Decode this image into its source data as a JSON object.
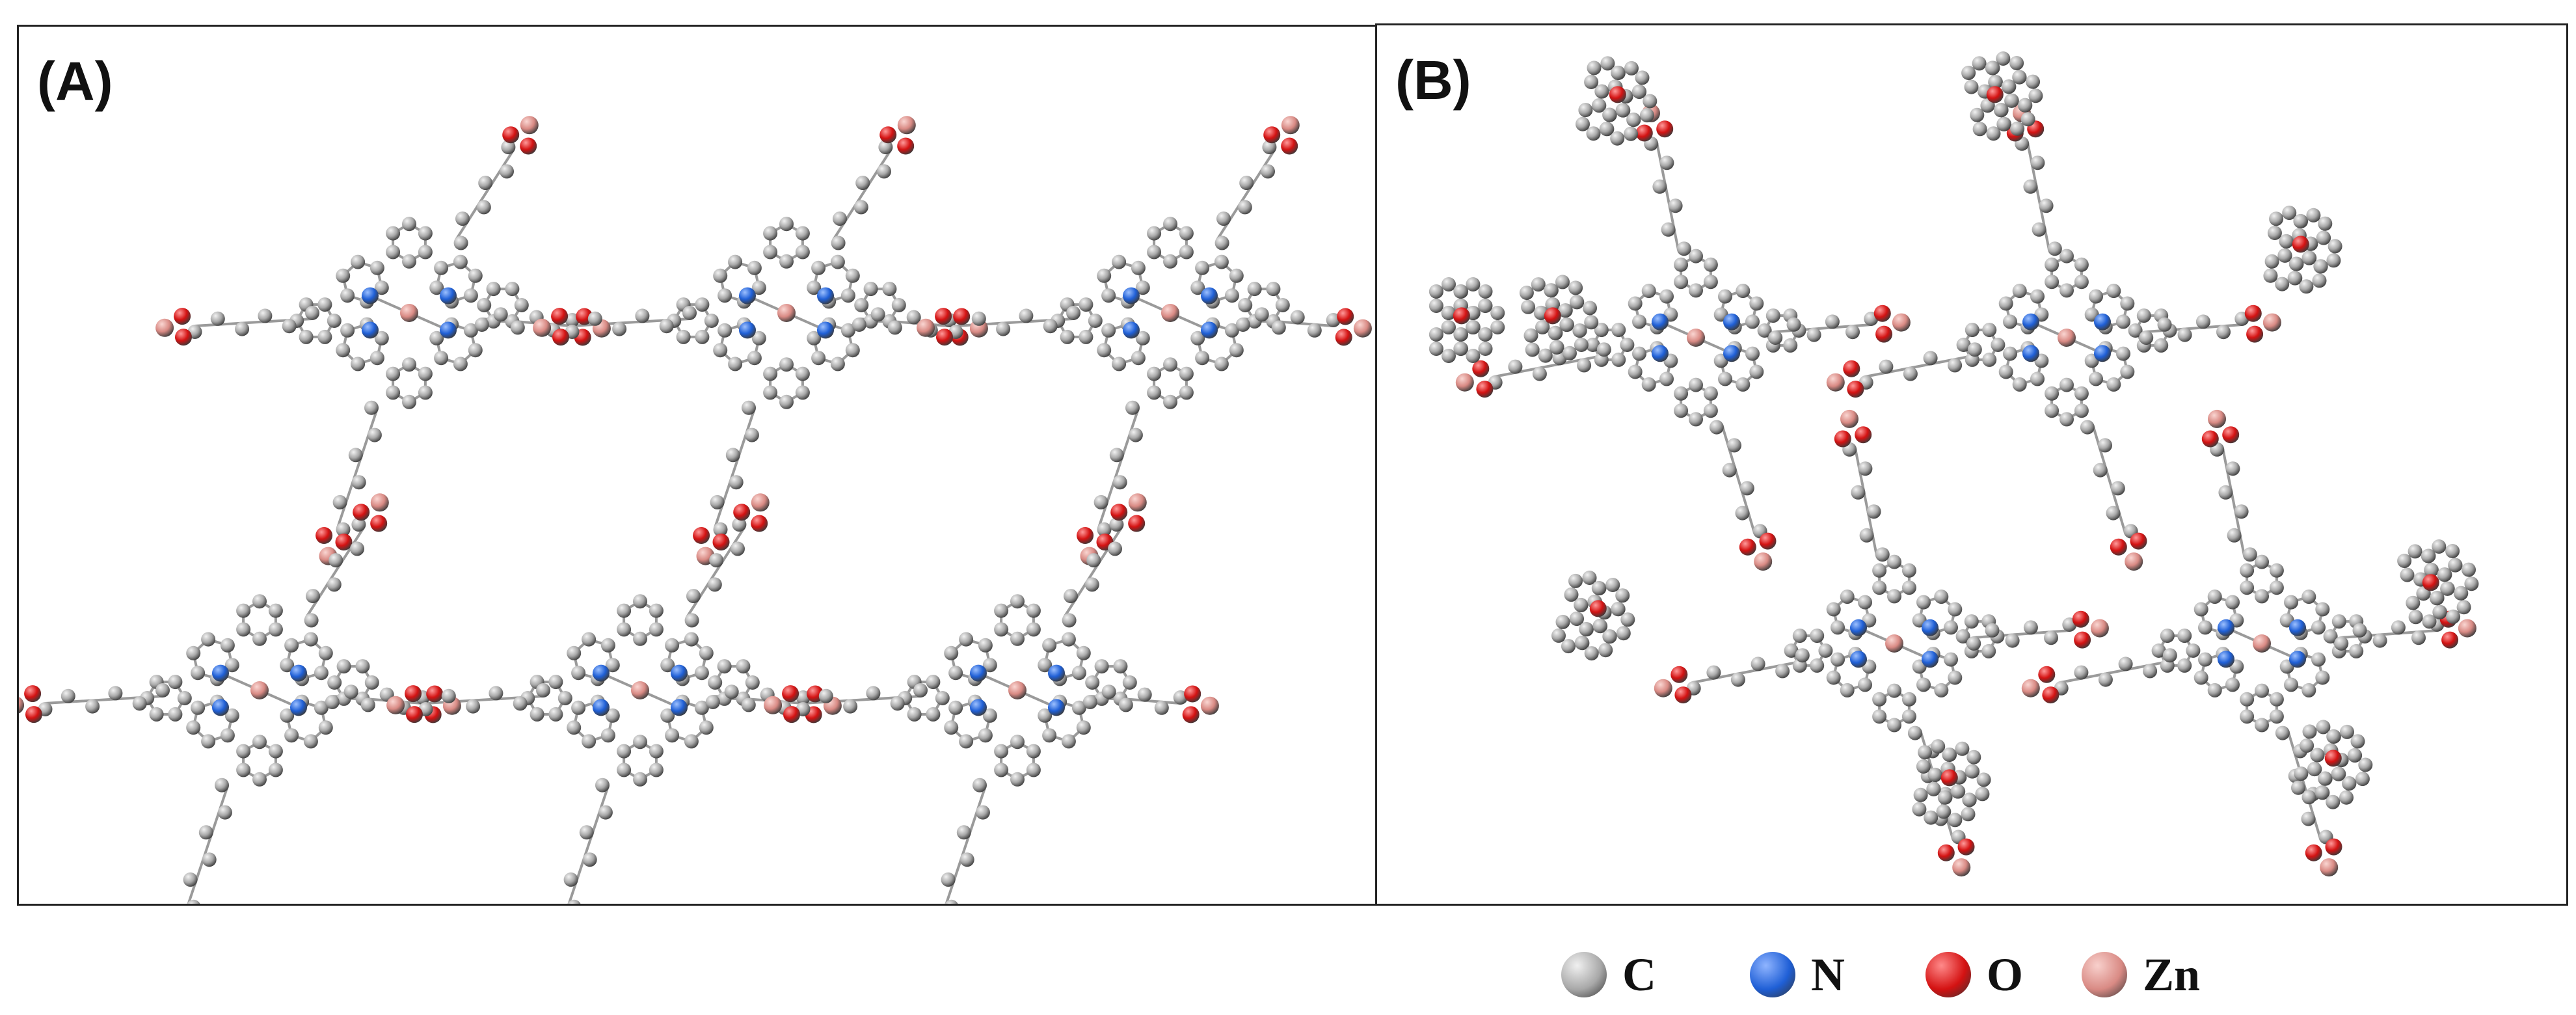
{
  "panels": [
    {
      "label": "(A)"
    },
    {
      "label": "(B)"
    }
  ],
  "legend": [
    {
      "symbol": "C",
      "color": "#a8a8a8",
      "highlight": "#f0f0f0"
    },
    {
      "symbol": "N",
      "color": "#1f5fd6",
      "highlight": "#8fb4ff"
    },
    {
      "symbol": "O",
      "color": "#d41212",
      "highlight": "#ff8a8a"
    },
    {
      "symbol": "Zn",
      "color": "#d98a84",
      "highlight": "#f8d0cc"
    }
  ],
  "colors": {
    "carbon": "#a8a8a8",
    "nitrogen": "#1f5fd6",
    "oxygen": "#d41212",
    "zinc": "#d98a84",
    "frame": "#222222"
  }
}
